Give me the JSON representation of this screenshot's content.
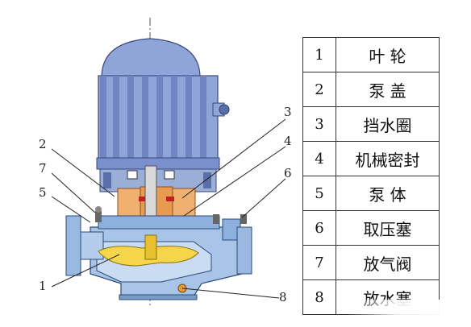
{
  "legend": {
    "rows": [
      {
        "num": "1",
        "name": "叶 轮"
      },
      {
        "num": "2",
        "name": "泵 盖"
      },
      {
        "num": "3",
        "name": "挡水圈"
      },
      {
        "num": "4",
        "name": "机械密封"
      },
      {
        "num": "5",
        "name": "泵 体"
      },
      {
        "num": "6",
        "name": "取压塞"
      },
      {
        "num": "7",
        "name": "放气阀"
      },
      {
        "num": "8",
        "name": "放水塞"
      }
    ]
  },
  "callouts": [
    "1",
    "2",
    "3",
    "4",
    "5",
    "6",
    "7",
    "8"
  ],
  "colors": {
    "motor": "#8fa4d8",
    "motor_dark": "#6f84c0",
    "seal": "#f0b070",
    "impeller": "#f5d64a",
    "casing": "#a8c4e6",
    "water": "#c9dcf2"
  }
}
